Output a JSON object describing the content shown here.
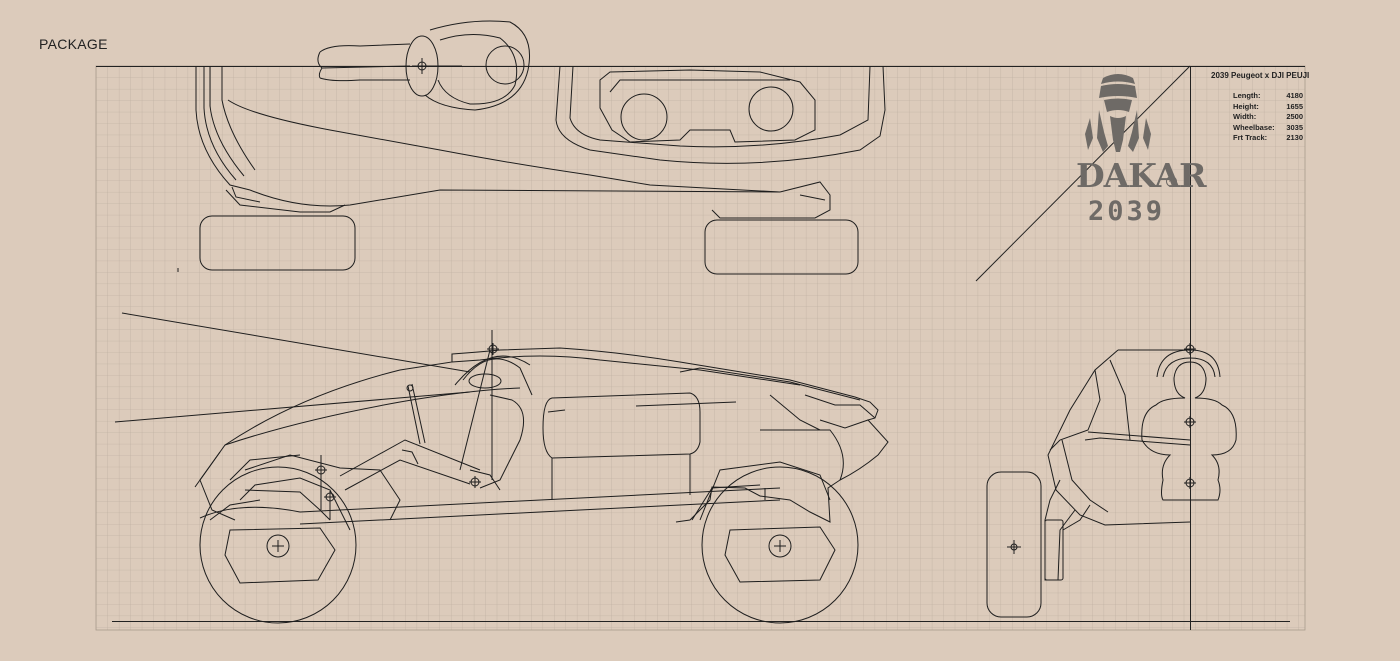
{
  "page_title": "PACKAGE",
  "spec_block": {
    "title": "2039  Peugeot x DJI  PEUJI",
    "rows": [
      {
        "label": "Length:",
        "value": "4180"
      },
      {
        "label": "Height:",
        "value": "1655"
      },
      {
        "label": "Width:",
        "value": "2500"
      },
      {
        "label": "Wheelbase:",
        "value": "3035"
      },
      {
        "label": "Frt Track:",
        "value": "2130"
      }
    ]
  },
  "logo": {
    "word": "DAKAR",
    "tm": "TM",
    "year": "2039"
  },
  "colors": {
    "background": "#dccbbb",
    "grid_line": "#b8aa9c",
    "drawing_line": "#1e1e1e",
    "logo": "#6e6a66"
  },
  "icons": [
    "dakar-bedouin-icon"
  ]
}
